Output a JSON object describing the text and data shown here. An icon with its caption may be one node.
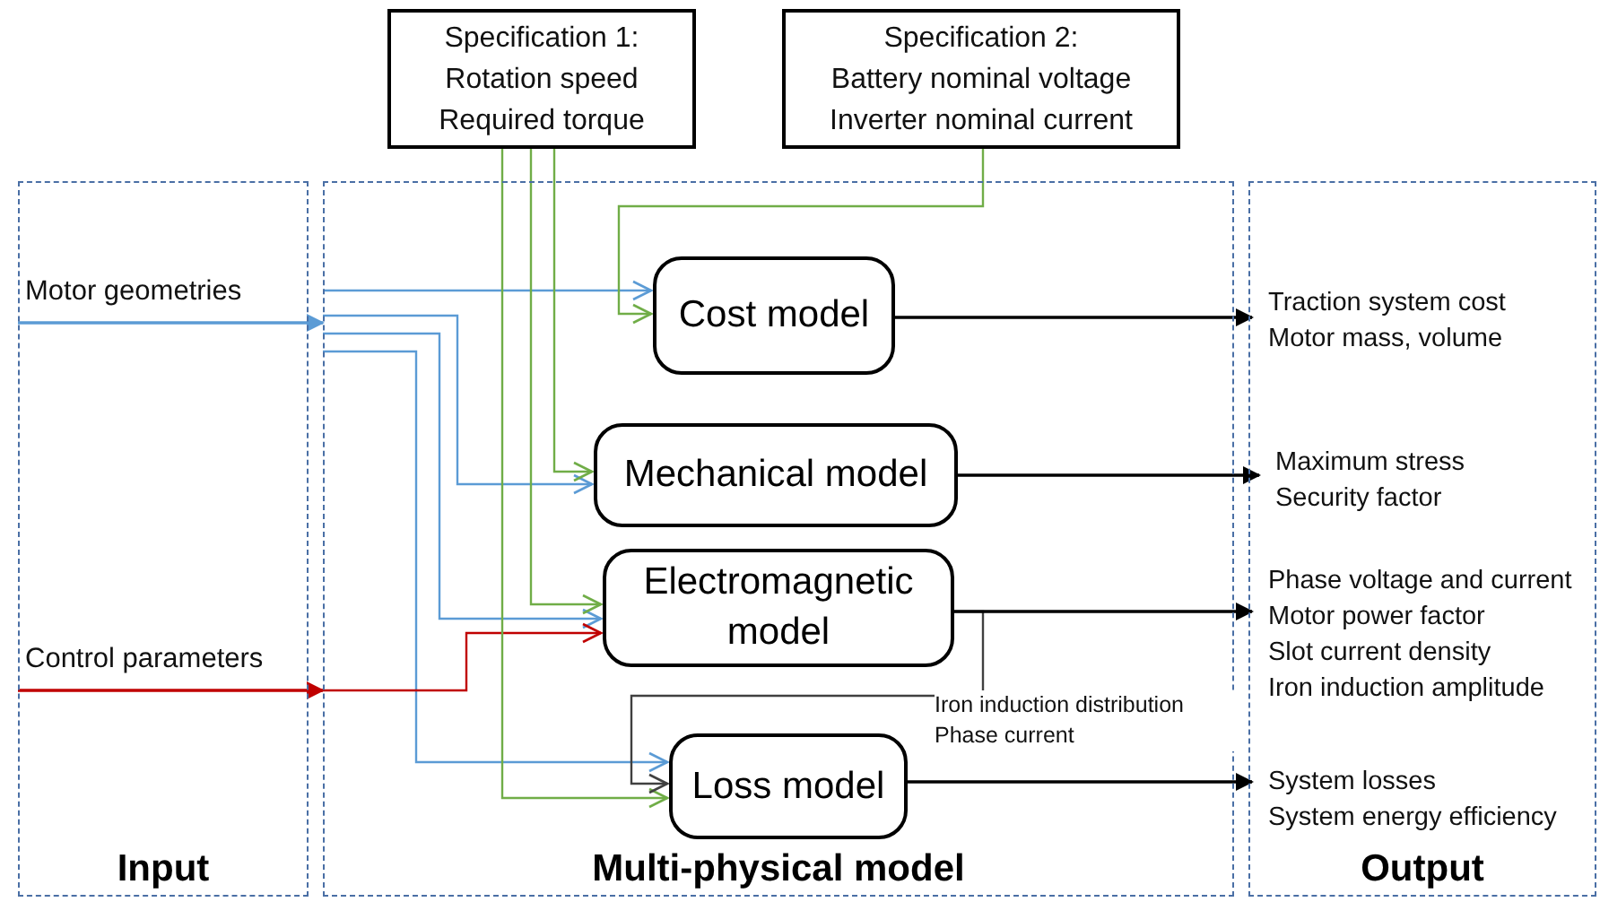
{
  "diagram": {
    "nodes": [
      {
        "text": [
          "Input"
        ]
      },
      {
        "text": [
          "Multi-physical model"
        ]
      },
      {
        "text": [
          "Output"
        ]
      },
      {
        "text": [
          "Specification 1:",
          "Rotation speed",
          "Required torque"
        ]
      },
      {
        "text": [
          "Specification 2:",
          "Battery nominal voltage",
          "Inverter nominal current"
        ]
      },
      {
        "text": [
          "Cost model"
        ],
        "in": 1
      },
      {
        "text": [
          "Mechanical model"
        ],
        "in": 1
      },
      {
        "text": [
          "Electromagnetic model"
        ],
        "in": 1
      },
      {
        "text": [
          "Loss model"
        ],
        "in": 1
      },
      {
        "text": [
          "Traction system cost",
          "Motor mass, volume"
        ],
        "in": 2
      },
      {
        "text": [
          "Maximum stress",
          "Security factor"
        ],
        "in": 2
      },
      {
        "text": [
          "Phase voltage and current",
          "Motor power factor",
          "Slot current density",
          "Iron induction amplitude"
        ],
        "in": 2
      },
      {
        "text": [
          "System losses",
          "System energy efficiency"
        ],
        "in": 2
      }
    ],
    "edges": [
      {
        "from": 0,
        "to": 1,
        "arrow": "to",
        "label": "Motor geometries",
        "color": "#5b9bd5"
      },
      {
        "from": 0,
        "to": 1,
        "arrow": "to",
        "label": "Control parameters",
        "color": "#c00000"
      },
      {
        "from": 1,
        "to": 5,
        "arrow": "to",
        "color": "#5b9bd5"
      },
      {
        "from": 1,
        "to": 6,
        "arrow": "to",
        "color": "#5b9bd5"
      },
      {
        "from": 1,
        "to": 7,
        "arrow": "to",
        "color": "#5b9bd5"
      },
      {
        "from": 1,
        "to": 8,
        "arrow": "to",
        "color": "#5b9bd5"
      },
      {
        "from": 1,
        "to": 7,
        "arrow": "to",
        "color": "#c00000"
      },
      {
        "from": 3,
        "to": 6,
        "arrow": "to",
        "color": "#70ad47"
      },
      {
        "from": 3,
        "to": 7,
        "arrow": "to",
        "color": "#70ad47"
      },
      {
        "from": 3,
        "to": 8,
        "arrow": "to",
        "color": "#70ad47"
      },
      {
        "from": 4,
        "to": 5,
        "arrow": "to",
        "color": "#70ad47"
      },
      {
        "from": 7,
        "to": 8,
        "arrow": "to",
        "label": "Iron induction distribution Phase current",
        "color": "#404040"
      },
      {
        "from": 5,
        "to": 9,
        "arrow": "to",
        "color": "#000000"
      },
      {
        "from": 6,
        "to": 10,
        "arrow": "to",
        "color": "#000000"
      },
      {
        "from": 7,
        "to": 11,
        "arrow": "to",
        "color": "#000000"
      },
      {
        "from": 8,
        "to": 12,
        "arrow": "to",
        "color": "#000000"
      }
    ]
  }
}
